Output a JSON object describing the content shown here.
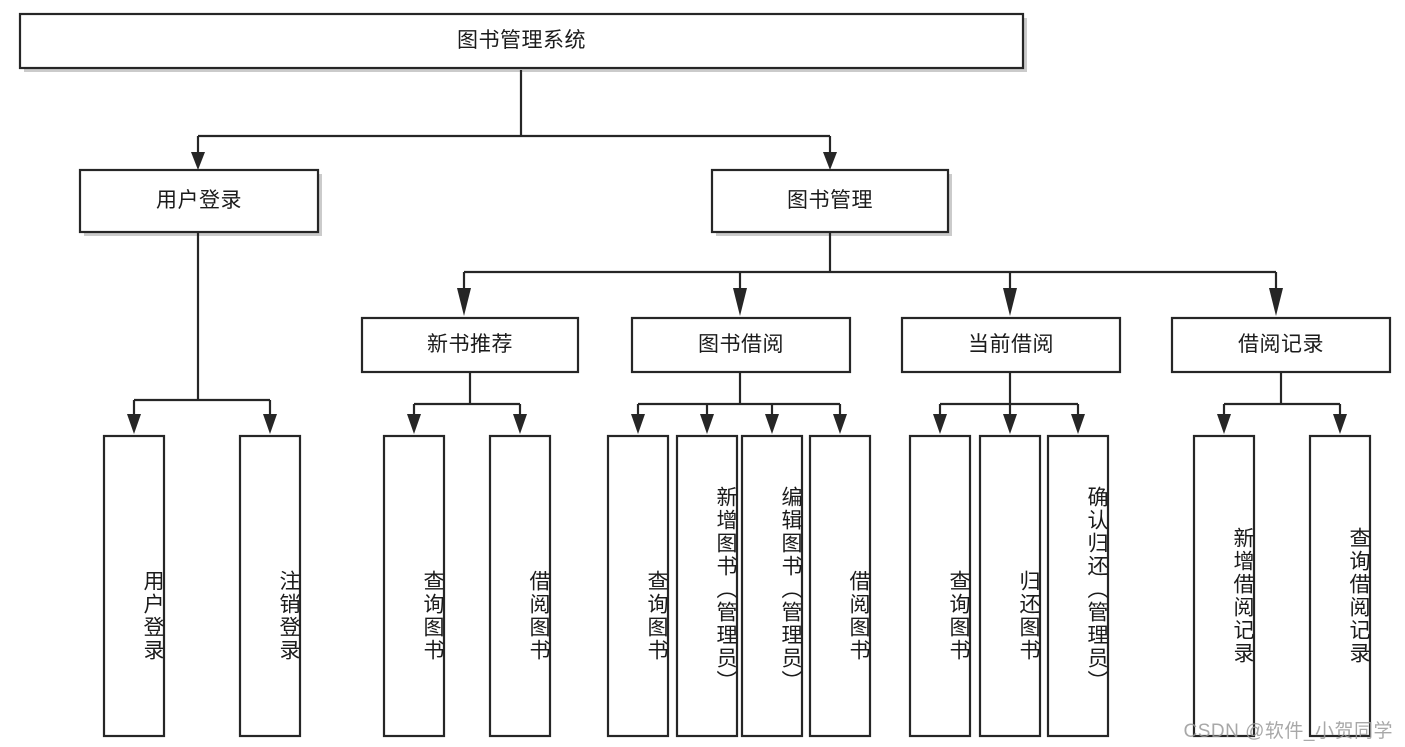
{
  "diagram": {
    "type": "tree-hierarchy",
    "title": "图书管理系统",
    "watermark": "CSDN @软件_小贺同学",
    "colors": {
      "box_stroke": "#262626",
      "box_fill": "#ffffff",
      "text": "#1b1b1b",
      "background": "#ffffff",
      "watermark": "#9a9a9a"
    },
    "nodes": {
      "root": {
        "label": "图书管理系统",
        "level": 1,
        "orientation": "horizontal"
      },
      "l2": [
        {
          "label": "用户登录",
          "level": 2,
          "orientation": "horizontal"
        },
        {
          "label": "图书管理",
          "level": 2,
          "orientation": "horizontal"
        }
      ],
      "l3": [
        {
          "label": "新书推荐",
          "level": 3,
          "orientation": "horizontal"
        },
        {
          "label": "图书借阅",
          "level": 3,
          "orientation": "horizontal"
        },
        {
          "label": "当前借阅",
          "level": 3,
          "orientation": "horizontal"
        },
        {
          "label": "借阅记录",
          "level": 3,
          "orientation": "horizontal"
        }
      ],
      "leaves_user_login": [
        {
          "label": "用户登录",
          "orientation": "vertical"
        },
        {
          "label": "注销登录",
          "orientation": "vertical"
        }
      ],
      "leaves_new_book": [
        {
          "label": "查询图书",
          "orientation": "vertical"
        },
        {
          "label": "借阅图书",
          "orientation": "vertical"
        }
      ],
      "leaves_borrow": [
        {
          "label": "查询图书",
          "orientation": "vertical"
        },
        {
          "label": "新增图书（管理员）",
          "orientation": "vertical"
        },
        {
          "label": "编辑图书（管理员）",
          "orientation": "vertical"
        },
        {
          "label": "借阅图书",
          "orientation": "vertical"
        }
      ],
      "leaves_current": [
        {
          "label": "查询图书",
          "orientation": "vertical"
        },
        {
          "label": "归还图书",
          "orientation": "vertical"
        },
        {
          "label": "确认归还（管理员）",
          "orientation": "vertical"
        }
      ],
      "leaves_records": [
        {
          "label": "新增借阅记录",
          "orientation": "vertical"
        },
        {
          "label": "查询借阅记录",
          "orientation": "vertical"
        }
      ]
    }
  }
}
